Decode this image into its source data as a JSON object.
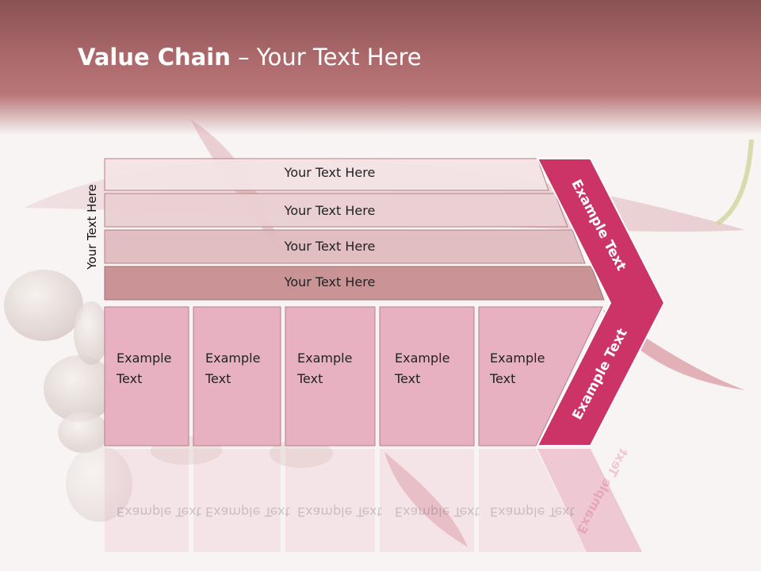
{
  "title": {
    "bold": "Value Chain",
    "rest": " – Your Text Here"
  },
  "vertical_label": "Your Text Here",
  "rows": [
    "Your Text Here",
    "Your Text Here",
    "Your Text Here",
    "Your Text Here"
  ],
  "cells": [
    "Example Text",
    "Example Text",
    "Example Text",
    "Example Text",
    "Example Text"
  ],
  "chevron": {
    "top_label": "Example Text",
    "bottom_label": "Example Text"
  },
  "colors": {
    "row1": "#f4e4e6",
    "row2": "#ead0d3",
    "row3": "#dfbcc0",
    "row4": "#c88e92",
    "cell": "#e8aec0",
    "chevron": "#cc3366"
  }
}
